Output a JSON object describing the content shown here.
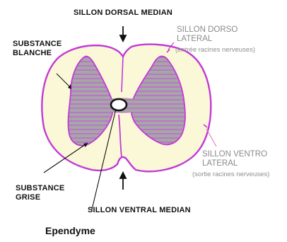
{
  "labels": {
    "sillon_dorsal_median": "SILLON DORSAL MEDIAN",
    "sillon_dorso_lateral": [
      "SILLON DORSO",
      "LATERAL"
    ],
    "sillon_dorso_lateral_note": "(entrée racines nerveuses)",
    "substance_blanche": [
      "SUBSTANCE",
      "BLANCHE"
    ],
    "sillon_ventro_lateral": [
      "SILLON VENTRO",
      "LATERAL"
    ],
    "sillon_ventro_lateral_note": "(sortie racines nerveuses)",
    "substance_grise": [
      "SUBSTANCE",
      "GRISE"
    ],
    "sillon_ventral_median": "SILLON VENTRAL MEDIAN",
    "ependyme": "Ependyme"
  },
  "colors": {
    "white_matter_fill": "#fbf8d8",
    "outline": "#c23ad6",
    "grey_matter_fill": "#a6a6a6",
    "hatch": "#c06bd0",
    "text_dark": "#111111",
    "text_grey": "#8a8a8a"
  }
}
